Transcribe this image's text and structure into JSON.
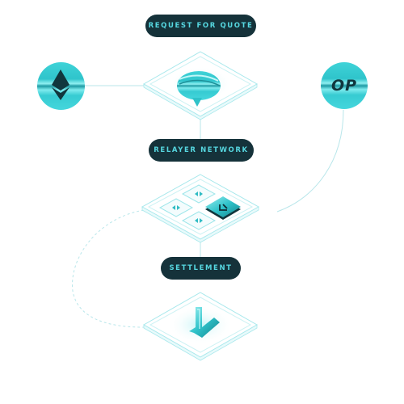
{
  "steps": {
    "request_for_quote": "REQUEST FOR QUOTE",
    "relayer_network": "RELAYER NETWORK",
    "settlement": "SETTLEMENT"
  },
  "chains": {
    "origin": {
      "icon": "ethereum-icon"
    },
    "destination": {
      "icon": "optimism-icon",
      "label": "OP"
    }
  },
  "colors": {
    "pill_background": "#15323a",
    "pill_text": "#56d7e0",
    "accent": "#3fd3d8",
    "outline": "#9fe6ea",
    "dark": "#11363d"
  }
}
